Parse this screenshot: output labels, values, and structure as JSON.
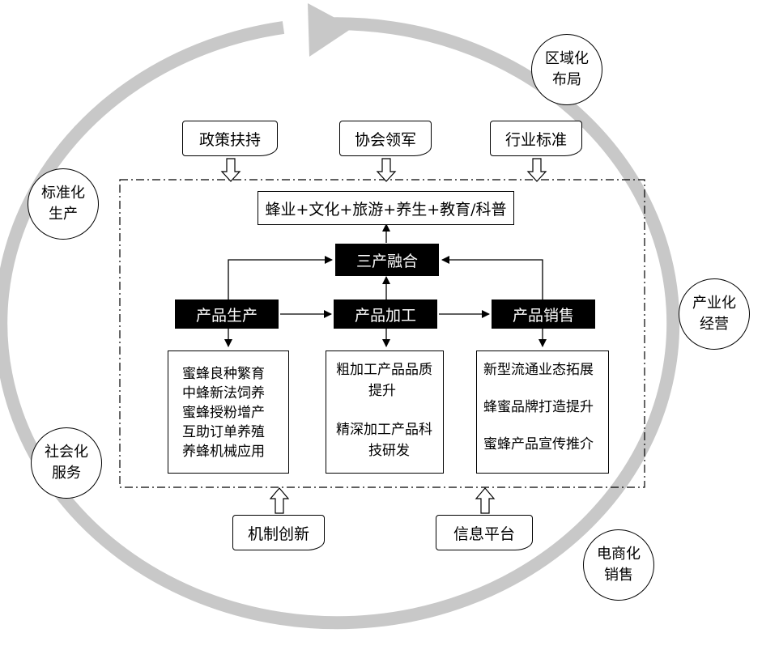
{
  "cycle": {
    "nodes": [
      {
        "line1": "区域化",
        "line2": "布局"
      },
      {
        "line1": "产业化",
        "line2": "经营"
      },
      {
        "line1": "电商化",
        "line2": "销售"
      },
      {
        "line1": "社会化",
        "line2": "服务"
      },
      {
        "line1": "标准化",
        "line2": "生产"
      }
    ]
  },
  "top_inputs": [
    "政策扶持",
    "协会领军",
    "行业标准"
  ],
  "bottom_inputs": [
    "机制创新",
    "信息平台"
  ],
  "fusion_target": "蜂业+文化+旅游+养生+教育/科普",
  "fusion": "三产融合",
  "stages": [
    {
      "label": "产品生产",
      "items": [
        "蜜蜂良种繁育",
        "中蜂新法饲养",
        "蜜蜂授粉增产",
        "互助订单养殖",
        "养蜂机械应用"
      ]
    },
    {
      "label": "产品加工",
      "items": [
        "粗加工产品品质",
        "提升",
        "",
        "精深加工产品科",
        "技研发"
      ]
    },
    {
      "label": "产品销售",
      "items": [
        "新型流通业态拓展",
        "",
        "蜂蜜品牌打造提升",
        "",
        "蜜蜂产品宣传推介"
      ]
    }
  ],
  "colors": {
    "ring": "#c8c8c8",
    "dark_box": "#000000",
    "line": "#000000"
  }
}
